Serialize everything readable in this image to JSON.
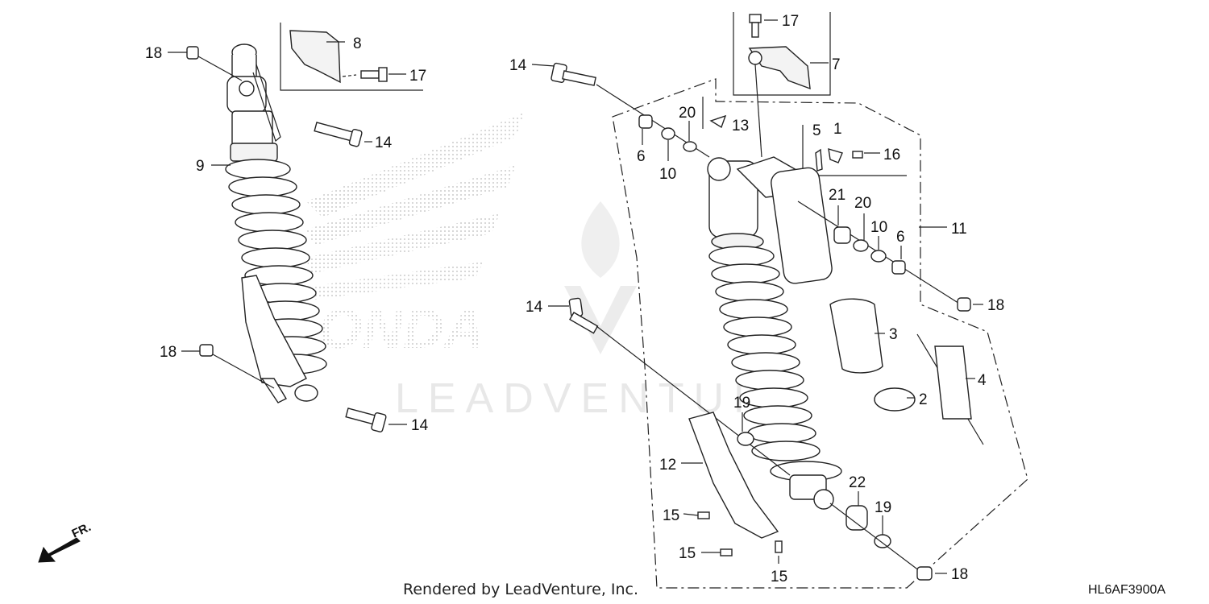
{
  "watermark": {
    "text": "LEADVENTURE"
  },
  "footer": {
    "rendered_by": "Rendered by LeadVenture, Inc.",
    "diagram_code": "HL6AF3900A"
  },
  "direction": {
    "label": "FR."
  },
  "callouts": [
    {
      "id": "c18a",
      "label": "18"
    },
    {
      "id": "c8",
      "label": "8"
    },
    {
      "id": "c17a",
      "label": "17"
    },
    {
      "id": "c14a",
      "label": "14"
    },
    {
      "id": "c9",
      "label": "9"
    },
    {
      "id": "c18b",
      "label": "18"
    },
    {
      "id": "c14b",
      "label": "14"
    },
    {
      "id": "c14c",
      "label": "14"
    },
    {
      "id": "c6a",
      "label": "6"
    },
    {
      "id": "c10a",
      "label": "10"
    },
    {
      "id": "c20a",
      "label": "20"
    },
    {
      "id": "c13",
      "label": "13"
    },
    {
      "id": "c17b",
      "label": "17"
    },
    {
      "id": "c7",
      "label": "7"
    },
    {
      "id": "c5",
      "label": "5"
    },
    {
      "id": "c1",
      "label": "1"
    },
    {
      "id": "c16",
      "label": "16"
    },
    {
      "id": "c21",
      "label": "21"
    },
    {
      "id": "c20b",
      "label": "20"
    },
    {
      "id": "c10b",
      "label": "10"
    },
    {
      "id": "c6b",
      "label": "6"
    },
    {
      "id": "c11",
      "label": "11"
    },
    {
      "id": "c18c",
      "label": "18"
    },
    {
      "id": "c14d",
      "label": "14"
    },
    {
      "id": "c3",
      "label": "3"
    },
    {
      "id": "c4",
      "label": "4"
    },
    {
      "id": "c2",
      "label": "2"
    },
    {
      "id": "c19a",
      "label": "19"
    },
    {
      "id": "c12",
      "label": "12"
    },
    {
      "id": "c22",
      "label": "22"
    },
    {
      "id": "c19b",
      "label": "19"
    },
    {
      "id": "c15a",
      "label": "15"
    },
    {
      "id": "c15b",
      "label": "15"
    },
    {
      "id": "c15c",
      "label": "15"
    },
    {
      "id": "c18d",
      "label": "18"
    }
  ]
}
